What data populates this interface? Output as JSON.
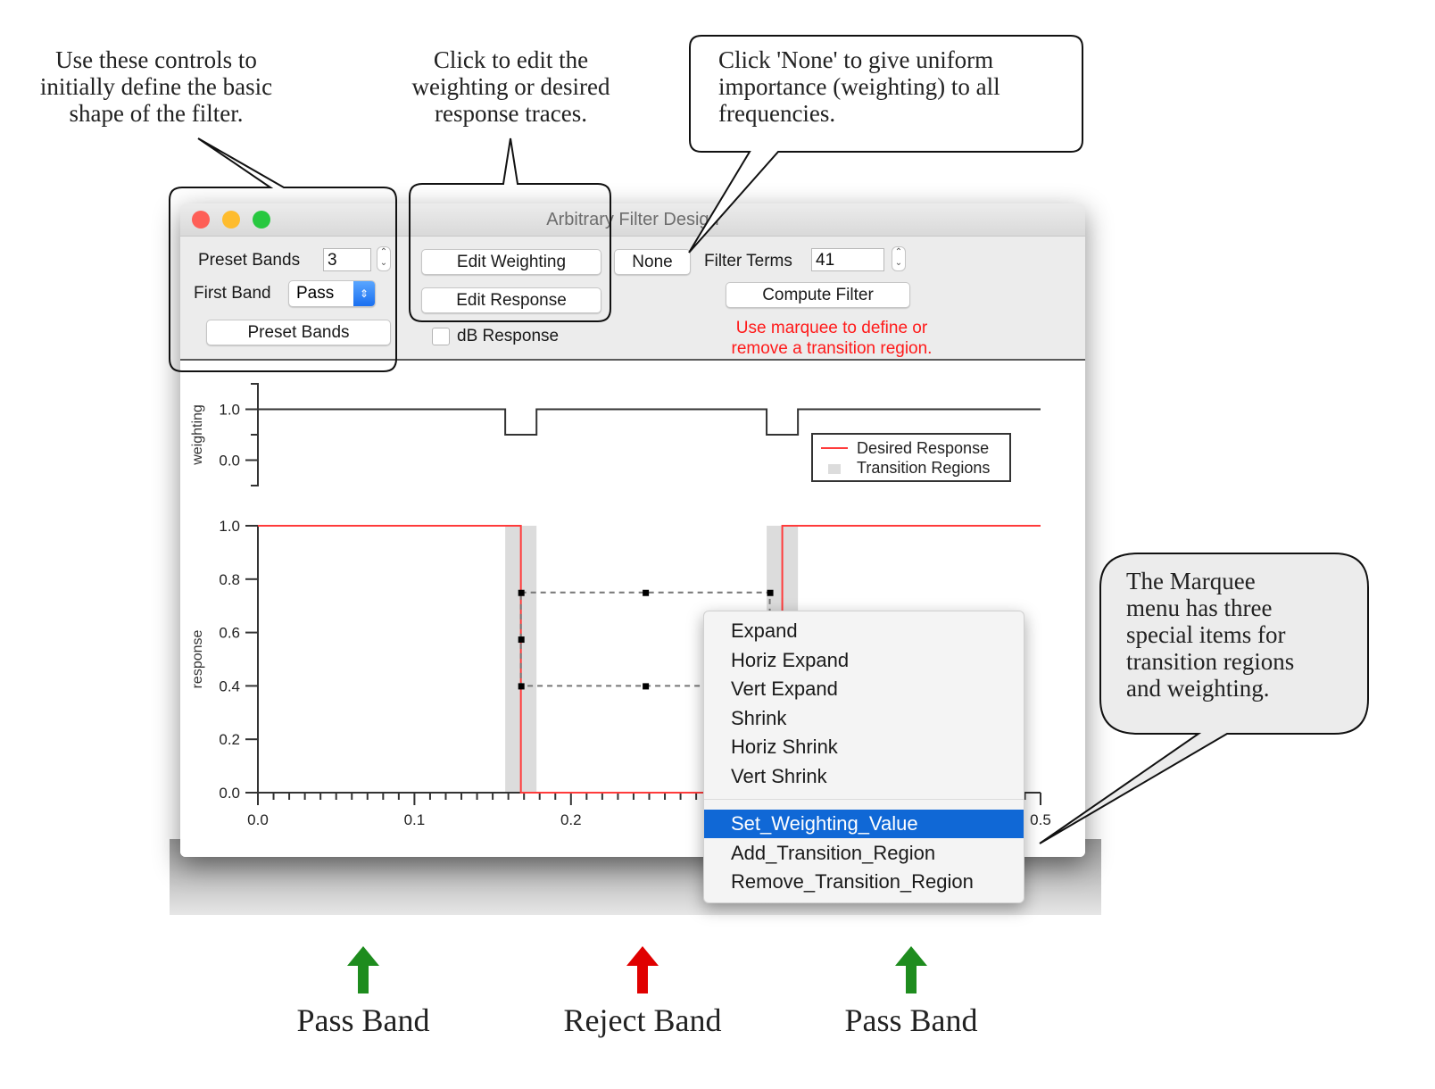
{
  "annotations": {
    "controls_callout": [
      "Use these controls to",
      "initially define the basic",
      "shape of the filter."
    ],
    "edit_callout": [
      "Click to edit the",
      "weighting or desired",
      "response traces."
    ],
    "none_callout": [
      "Click 'None' to give uniform",
      "importance (weighting) to all",
      "frequencies."
    ],
    "marquee_callout": [
      "The Marquee",
      "menu has three",
      "special items for",
      "transition regions",
      "and weighting."
    ],
    "bands": [
      {
        "label": "Pass Band",
        "color": "#1e8c1e"
      },
      {
        "label": "Reject Band",
        "color": "#e00000"
      },
      {
        "label": "Pass Band",
        "color": "#1e8c1e"
      }
    ]
  },
  "window": {
    "title": "Arbitrary Filter Design",
    "traffic_lights": {
      "close": "#fe5f57",
      "minimize": "#febc2e",
      "zoom": "#28c840"
    }
  },
  "controls": {
    "preset_bands_label": "Preset Bands",
    "preset_bands_value": "3",
    "first_band_label": "First Band",
    "first_band_value": "Pass",
    "preset_bands_button": "Preset Bands",
    "edit_weighting_button": "Edit Weighting",
    "edit_response_button": "Edit Response",
    "none_button": "None",
    "db_response_label": "dB Response",
    "db_response_checked": false,
    "filter_terms_label": "Filter Terms",
    "filter_terms_value": "41",
    "compute_filter_button": "Compute Filter",
    "marquee_note": [
      "Use marquee to define or",
      "remove a transition region."
    ],
    "note_color": "#ff1a1a"
  },
  "chart_data": [
    {
      "type": "line",
      "name": "weighting",
      "ylabel": "weighting",
      "ylim": [
        -0.5,
        1.5
      ],
      "yticks": [
        0.0,
        1.0
      ],
      "yticklabels": [
        "0.0",
        "1.0"
      ],
      "x": [
        0.0,
        0.158,
        0.158,
        0.178,
        0.178,
        0.325,
        0.325,
        0.345,
        0.345,
        0.5
      ],
      "y": [
        1.0,
        1.0,
        0.5,
        0.5,
        1.0,
        1.0,
        0.5,
        0.5,
        1.0,
        1.0
      ],
      "color": "#333333"
    },
    {
      "type": "line",
      "name": "response",
      "ylabel": "response",
      "xlim": [
        0.0,
        0.5
      ],
      "ylim": [
        0.0,
        1.0
      ],
      "xticks": [
        0.0,
        0.1,
        0.2,
        0.3,
        0.4,
        0.5
      ],
      "xticklabels": [
        "0.0",
        "0.1",
        "0.2",
        "",
        "",
        "0.5"
      ],
      "yticks": [
        0.0,
        0.2,
        0.4,
        0.6,
        0.8,
        1.0
      ],
      "yticklabels": [
        "0.0",
        "0.2",
        "0.4",
        "0.6",
        "0.8",
        "1.0"
      ],
      "series": [
        {
          "name": "Desired Response",
          "color": "#ff3b3b",
          "x": [
            0.0,
            0.168,
            0.168,
            0.335,
            0.335,
            0.5
          ],
          "y": [
            1.0,
            1.0,
            0.0,
            0.0,
            1.0,
            1.0
          ]
        }
      ],
      "transition_regions": [
        {
          "x0": 0.158,
          "x1": 0.178
        },
        {
          "x0": 0.325,
          "x1": 0.345
        }
      ],
      "transition_color": "#dcdcdc",
      "marquee": {
        "x0": 0.168,
        "x1": 0.327,
        "y0": 0.4,
        "y1": 0.75
      },
      "legend": {
        "position": "top-right",
        "entries": [
          "Desired Response",
          "Transition Regions"
        ]
      }
    }
  ],
  "marquee_menu": {
    "items": [
      "Expand",
      "Horiz Expand",
      "Vert Expand",
      "Shrink",
      "Horiz Shrink",
      "Vert Shrink",
      "Set_Weighting_Value",
      "Add_Transition_Region",
      "Remove_Transition_Region"
    ],
    "selected": "Set_Weighting_Value",
    "selected_color": "#1068d6"
  }
}
